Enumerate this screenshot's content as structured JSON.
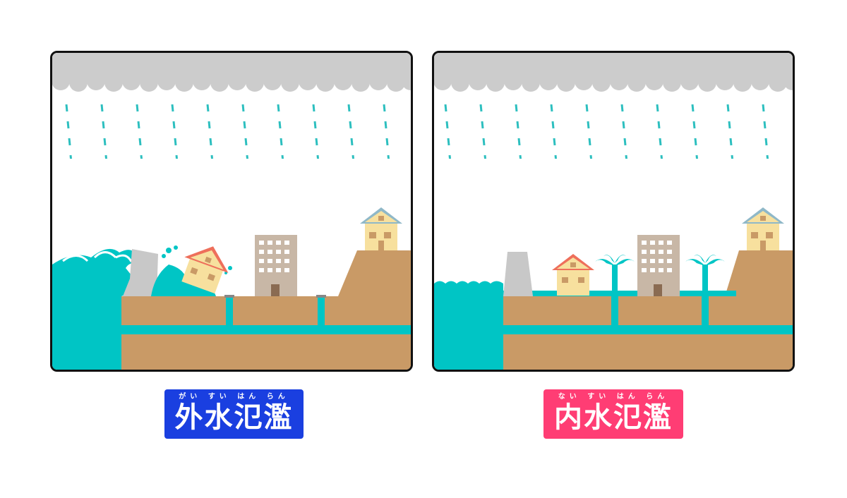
{
  "colors": {
    "cloud": "#cccccc",
    "rain": "#2dbfbf",
    "water": "#00c5c5",
    "ground": "#c99a66",
    "levee": "#c8c8c8",
    "building": "#c8b7a6",
    "house_wall": "#f7e09e",
    "house_roof_left": "#ee6f5b",
    "house_roof_top": "#8fb8c8",
    "outline": "#111111"
  },
  "panels": [
    {
      "name": "external-flood",
      "ruby": "がい すい はん らん",
      "title": "外水氾濫",
      "label_color": "#1a3fe0"
    },
    {
      "name": "internal-flood",
      "ruby": "ない すい はん らん",
      "title": "内水氾濫",
      "label_color": "#ff3d74"
    }
  ]
}
